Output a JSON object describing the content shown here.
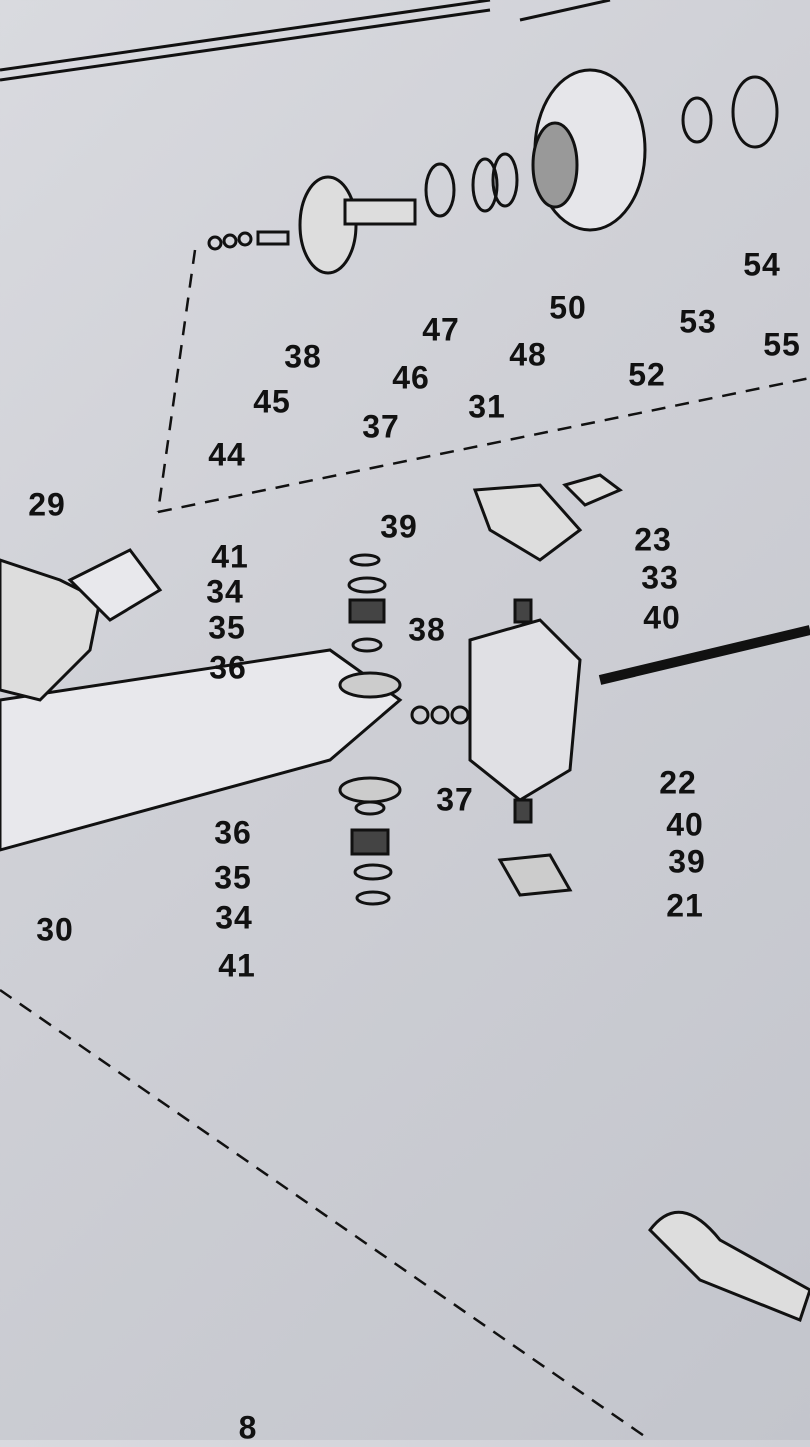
{
  "title": "Front axle exploded parts diagram",
  "callouts": [
    "54",
    "53",
    "55",
    "50",
    "52",
    "47",
    "48",
    "38",
    "46",
    "31",
    "45",
    "37",
    "44",
    "29",
    "39",
    "23",
    "41",
    "34",
    "33",
    "35",
    "40",
    "38",
    "36",
    "22",
    "37",
    "40",
    "36",
    "39",
    "35",
    "21",
    "34",
    "30",
    "41",
    "8"
  ],
  "colors": {
    "paper": "#cfd0d6",
    "ink": "#111111"
  }
}
